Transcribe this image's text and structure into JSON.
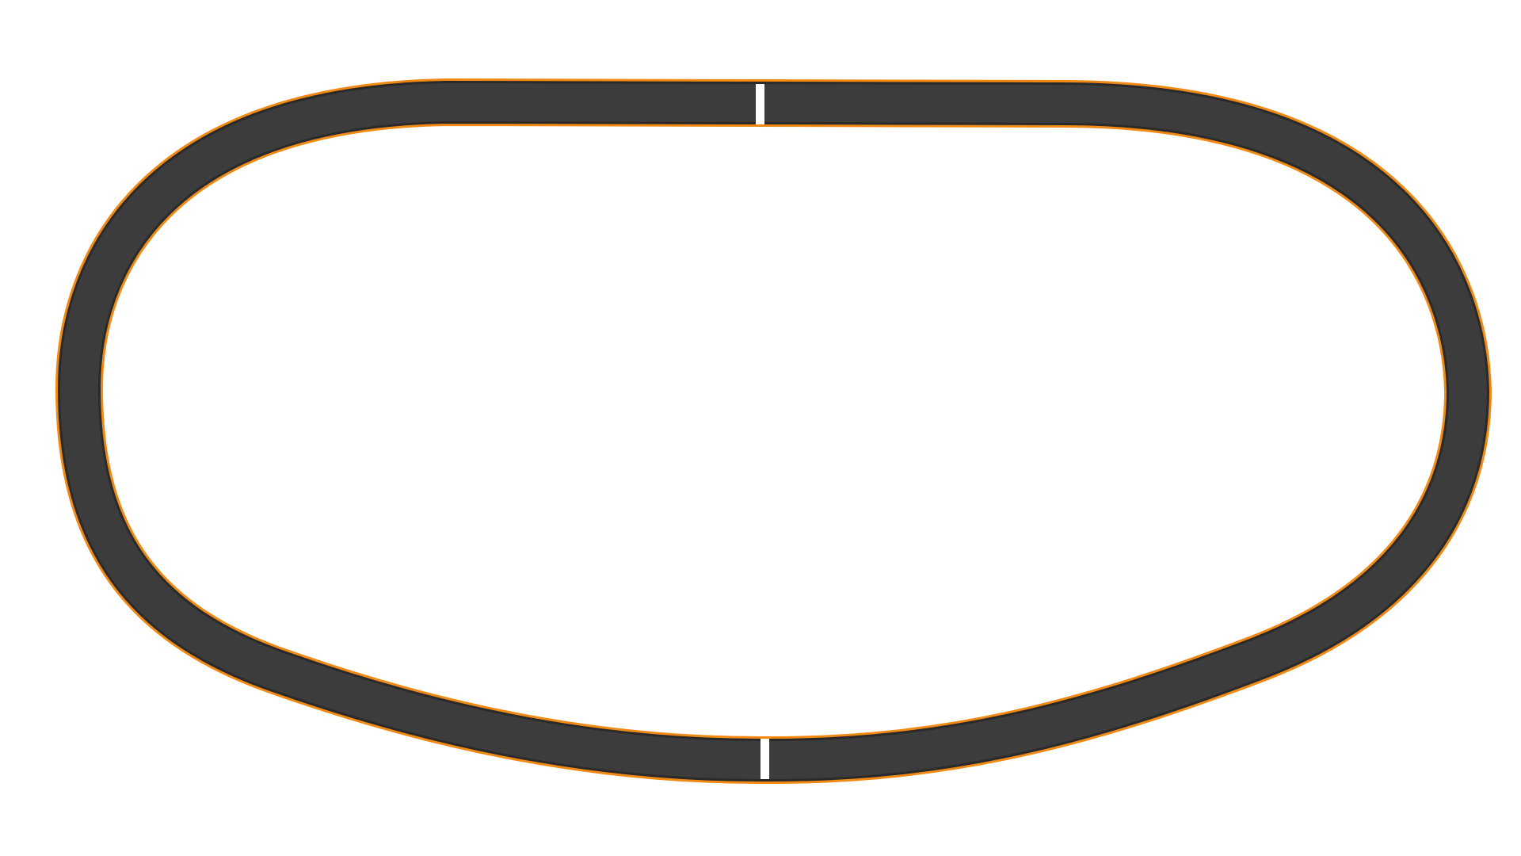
{
  "map": {
    "kind": "race-track-outline",
    "shape": "oval",
    "markers": [
      {
        "name": "start-finish-line"
      },
      {
        "name": "sector-marker"
      }
    ]
  },
  "colors": {
    "background": "#ffffff",
    "track_surface": "#3c3c3c",
    "track_inner_edge": "#2a2a2a",
    "track_outline": "#f08a14",
    "marker": "#ffffff"
  }
}
